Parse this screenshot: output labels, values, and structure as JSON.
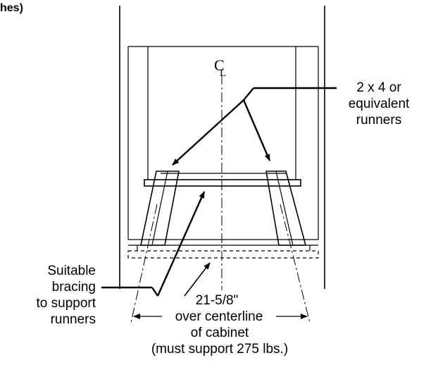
{
  "header": {
    "fragment": "hes)"
  },
  "labels": {
    "centerline_symbol": "C",
    "centerline_sub": "L",
    "runners_line1": "2 x 4 or",
    "runners_line2": "equivalent",
    "runners_line3": "runners",
    "bracing_line1": "Suitable",
    "bracing_line2": "bracing",
    "bracing_line3": "to support",
    "bracing_line4": "runners",
    "dimension_line1": "21-5/8\"",
    "dimension_line2": "over centerline",
    "dimension_line3": "of cabinet",
    "dimension_line4": "(must support 275 lbs.)"
  }
}
